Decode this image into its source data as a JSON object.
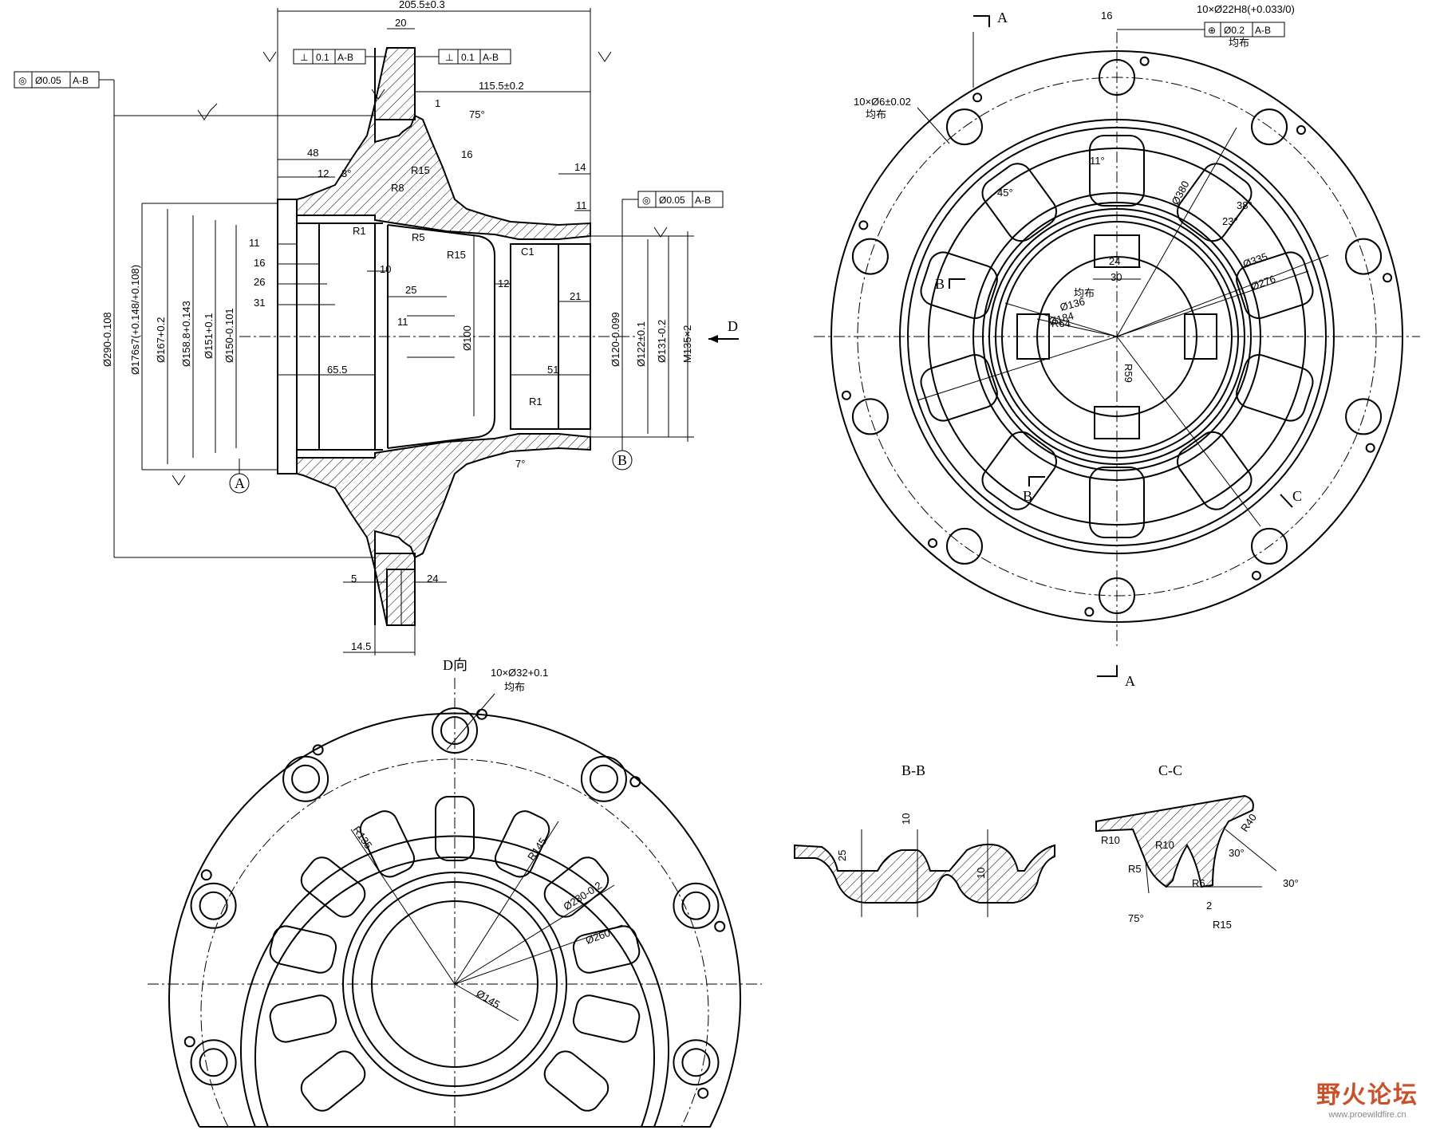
{
  "views": {
    "section_label_a_top": "A",
    "section_label_a_bottom": "A",
    "section_label_b": "B",
    "section_label_c": "C",
    "view_d_arrow": "D",
    "view_d_title": "D向",
    "bb_title": "B-B",
    "cc_title": "C-C",
    "datum_a": "A",
    "datum_b": "B"
  },
  "fcf": {
    "conc_left_sym": "◎",
    "conc_left_tol": "Ø0.05",
    "conc_left_ref": "A-B",
    "perp1_sym": "⊥",
    "perp1_tol": "0.1",
    "perp1_ref": "A-B",
    "perp2_sym": "⊥",
    "perp2_tol": "0.1",
    "perp2_ref": "A-B",
    "conc_right_sym": "◎",
    "conc_right_tol": "Ø0.05",
    "conc_right_ref": "A-B",
    "pos_sym": "⊕",
    "pos_tol": "Ø0.2",
    "pos_ref": "A-B"
  },
  "dims_side": {
    "overall": "205.5±0.3",
    "d20": "20",
    "d115": "115.5±0.2",
    "d1": "1",
    "a75": "75°",
    "d48": "48",
    "d12a": "12",
    "a3": "3°",
    "r15a": "R15",
    "d16a": "16",
    "r8": "R8",
    "d14": "14",
    "d11a": "11",
    "r1a": "R1",
    "r5": "R5",
    "r15b": "R15",
    "d11b": "11",
    "d16b": "16",
    "d26": "26",
    "d31": "31",
    "d10": "10",
    "d25": "25",
    "d11c": "11",
    "d12b": "12",
    "d21": "21",
    "d65": "65.5",
    "d51": "51",
    "r1b": "R1",
    "a7": "7°",
    "d5": "5",
    "d24": "24",
    "d14_5": "14.5",
    "dia290": "Ø290-0.108",
    "dia176": "Ø176s7(+0.148/+0.108)",
    "dia167": "Ø167+0.2",
    "dia158": "Ø158.8+0.143",
    "dia151": "Ø151+0.1",
    "dia150": "Ø150-0.101",
    "dia100": "Ø100",
    "dia120": "Ø120-0.099",
    "dia122": "Ø122±0.1",
    "dia131": "Ø131-0.2",
    "m135": "M135×2",
    "c1": "C1"
  },
  "dims_front": {
    "holes22": "10×Ø22H8(+0.033/0)",
    "holes22_note": "均布",
    "holes6": "10×Ø6±0.02",
    "holes6_note": "均布",
    "d16": "16",
    "a11": "11°",
    "a45": "45°",
    "a38": "38°",
    "a23": "23°",
    "dia380": "Ø380",
    "dia335": "Ø335",
    "dia276": "Ø276",
    "d24": "24",
    "d30": "30",
    "d30_note": "均布",
    "dia136": "Ø136",
    "dia184": "Ø184",
    "r64": "R64",
    "r59": "R59"
  },
  "dims_d": {
    "holes32": "10×Ø32+0.1",
    "holes32_note": "均布",
    "r135": "R135",
    "r145": "R145",
    "dia280": "Ø280-0.2",
    "dia260": "Ø260",
    "dia145": "Ø145"
  },
  "dims_bb": {
    "d10a": "10",
    "d25": "25",
    "d10b": "10"
  },
  "dims_cc": {
    "r10a": "R10",
    "r10b": "R10",
    "r40": "R40",
    "a30a": "30°",
    "a30b": "30°",
    "r5": "R5",
    "r6": "R6",
    "a75": "75°",
    "d2": "2",
    "r15": "R15"
  },
  "watermark": {
    "title": "野火论坛",
    "url": "www.proewildfire.cn"
  }
}
